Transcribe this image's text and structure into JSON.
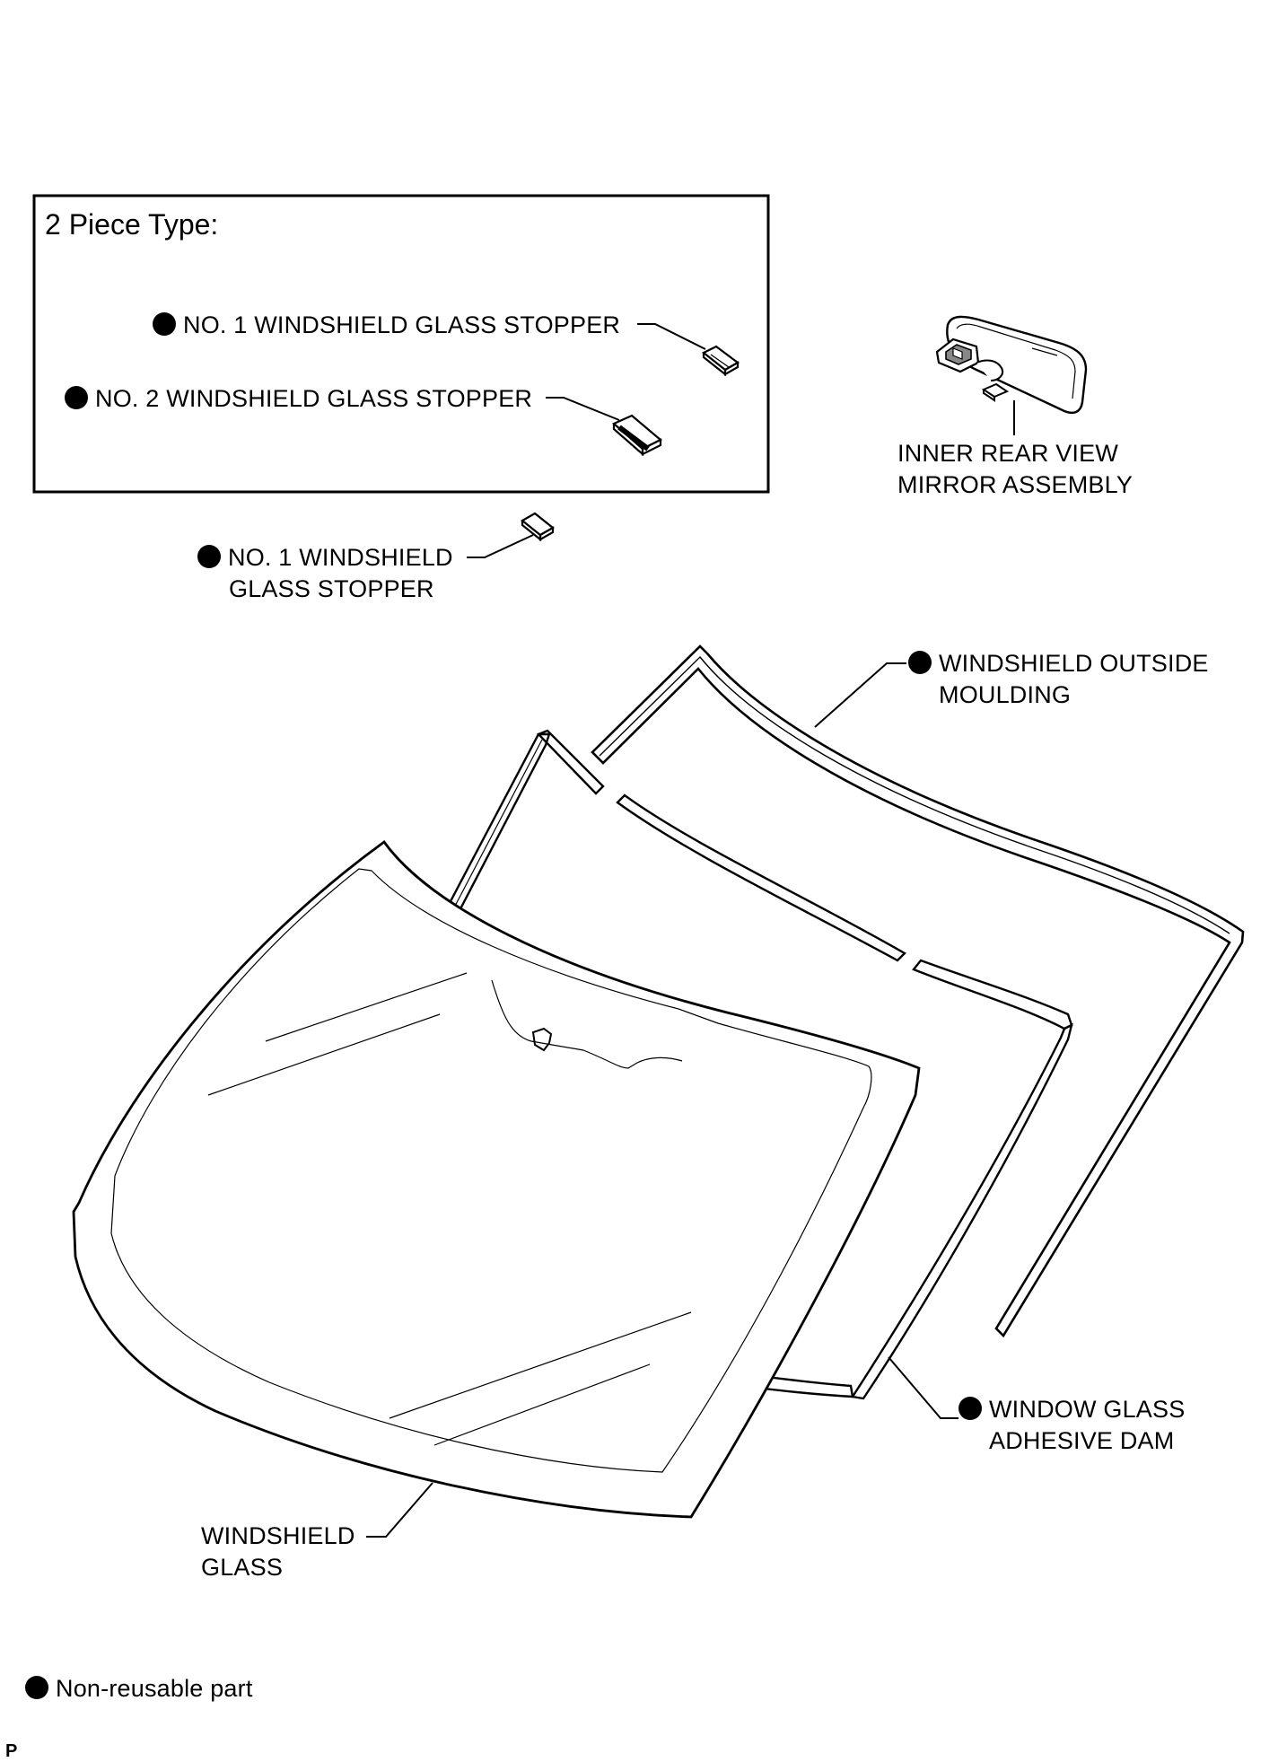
{
  "box": {
    "title": "2 Piece Type:"
  },
  "labels": {
    "box_stopper1": "NO. 1 WINDSHIELD GLASS STOPPER",
    "box_stopper2": "NO. 2 WINDSHIELD GLASS STOPPER",
    "stopper_line1": "NO. 1 WINDSHIELD",
    "stopper_line2": "GLASS STOPPER",
    "mirror_line1": "INNER REAR VIEW",
    "mirror_line2": "MIRROR ASSEMBLY",
    "moulding_line1": "WINDSHIELD OUTSIDE",
    "moulding_line2": "MOULDING",
    "dam_line1": "WINDOW GLASS",
    "dam_line2": "ADHESIVE DAM",
    "glass_line1": "WINDSHIELD",
    "glass_line2": "GLASS"
  },
  "legend": {
    "text": "Non-reusable part",
    "marker_icon": "filled-circle-icon"
  },
  "footer": {
    "code": "P"
  }
}
